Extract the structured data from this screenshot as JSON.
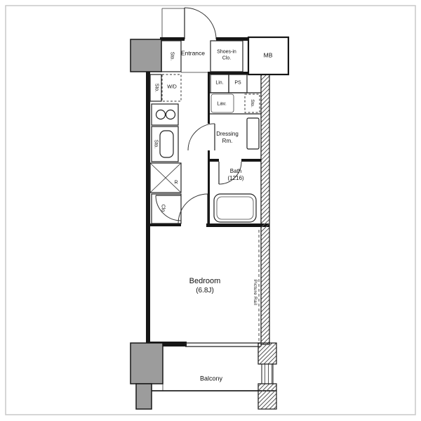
{
  "plan": {
    "entrance": {
      "label": "Entrance"
    },
    "entrance_storage": {
      "label": "Sto."
    },
    "shoes_in_closet": {
      "line1": "Shoes-in",
      "line2": "Clo."
    },
    "meter_box": {
      "label": "MB"
    },
    "kitchen_storage_top": {
      "label": "Sto."
    },
    "washer_dryer": {
      "label": "W/D"
    },
    "kitchen_storage_sink": {
      "label": "Sto."
    },
    "refrigerator_space": {
      "label": "R"
    },
    "closet": {
      "label": "Clo."
    },
    "linen": {
      "label": "Lin."
    },
    "pipe_space": {
      "label": "PS"
    },
    "lavatory": {
      "label": "Lav."
    },
    "lavatory_storage": {
      "label": "Sto."
    },
    "dressing_room": {
      "line1": "Dressing",
      "line2": "Rm."
    },
    "bath": {
      "line1": "Bath",
      "line2": "(1216)"
    },
    "bedroom": {
      "line1": "Bedroom",
      "line2": "(6.8J)"
    },
    "picture_rail": {
      "label": "Picture Rail"
    },
    "balcony": {
      "label": "Balcony"
    }
  },
  "colors": {
    "wall": "#161616",
    "column_gray": "#9c9c9c",
    "frame_border": "#c9c9c9",
    "background": "#ffffff"
  }
}
